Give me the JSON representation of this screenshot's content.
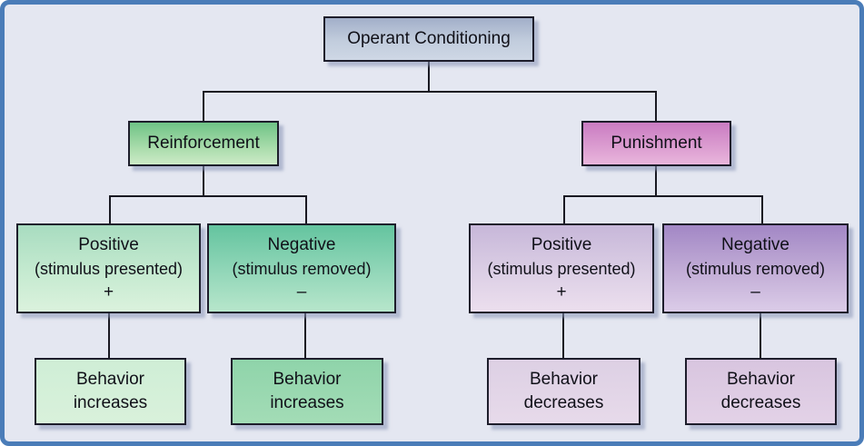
{
  "diagram_title": "Operant Conditioning",
  "tree": {
    "root": {
      "label": "Operant Conditioning"
    },
    "reinforcement": {
      "label": "Reinforcement",
      "positive": {
        "name": "Positive",
        "detail": "(stimulus presented)",
        "sign": "+",
        "outcome": {
          "line1": "Behavior",
          "line2": "increases"
        }
      },
      "negative": {
        "name": "Negative",
        "detail": "(stimulus removed)",
        "sign": "–",
        "outcome": {
          "line1": "Behavior",
          "line2": "increases"
        }
      }
    },
    "punishment": {
      "label": "Punishment",
      "positive": {
        "name": "Positive",
        "detail": "(stimulus presented)",
        "sign": "+",
        "outcome": {
          "line1": "Behavior",
          "line2": "decreases"
        }
      },
      "negative": {
        "name": "Negative",
        "detail": "(stimulus removed)",
        "sign": "–",
        "outcome": {
          "line1": "Behavior",
          "line2": "decreases"
        }
      }
    }
  },
  "colors": {
    "frame_border": "#4a7cb8",
    "background": "#e4e7f1",
    "connector": "#191922",
    "root_box_top": "#a2afc9",
    "reinforcement_top": "#6fc386",
    "punishment_top": "#ca7cc2",
    "reinforcement_positive_top": "#a8dcc0",
    "reinforcement_negative_top": "#64c49f",
    "punishment_positive_top": "#c7b7d9",
    "punishment_negative_top": "#a287c5",
    "behavior_increases_light": "#cfeed6",
    "behavior_increases_dark": "#8fd4aa",
    "behavior_decreases_light": "#ddd0e4",
    "behavior_decreases_dark": "#d8c5df"
  }
}
